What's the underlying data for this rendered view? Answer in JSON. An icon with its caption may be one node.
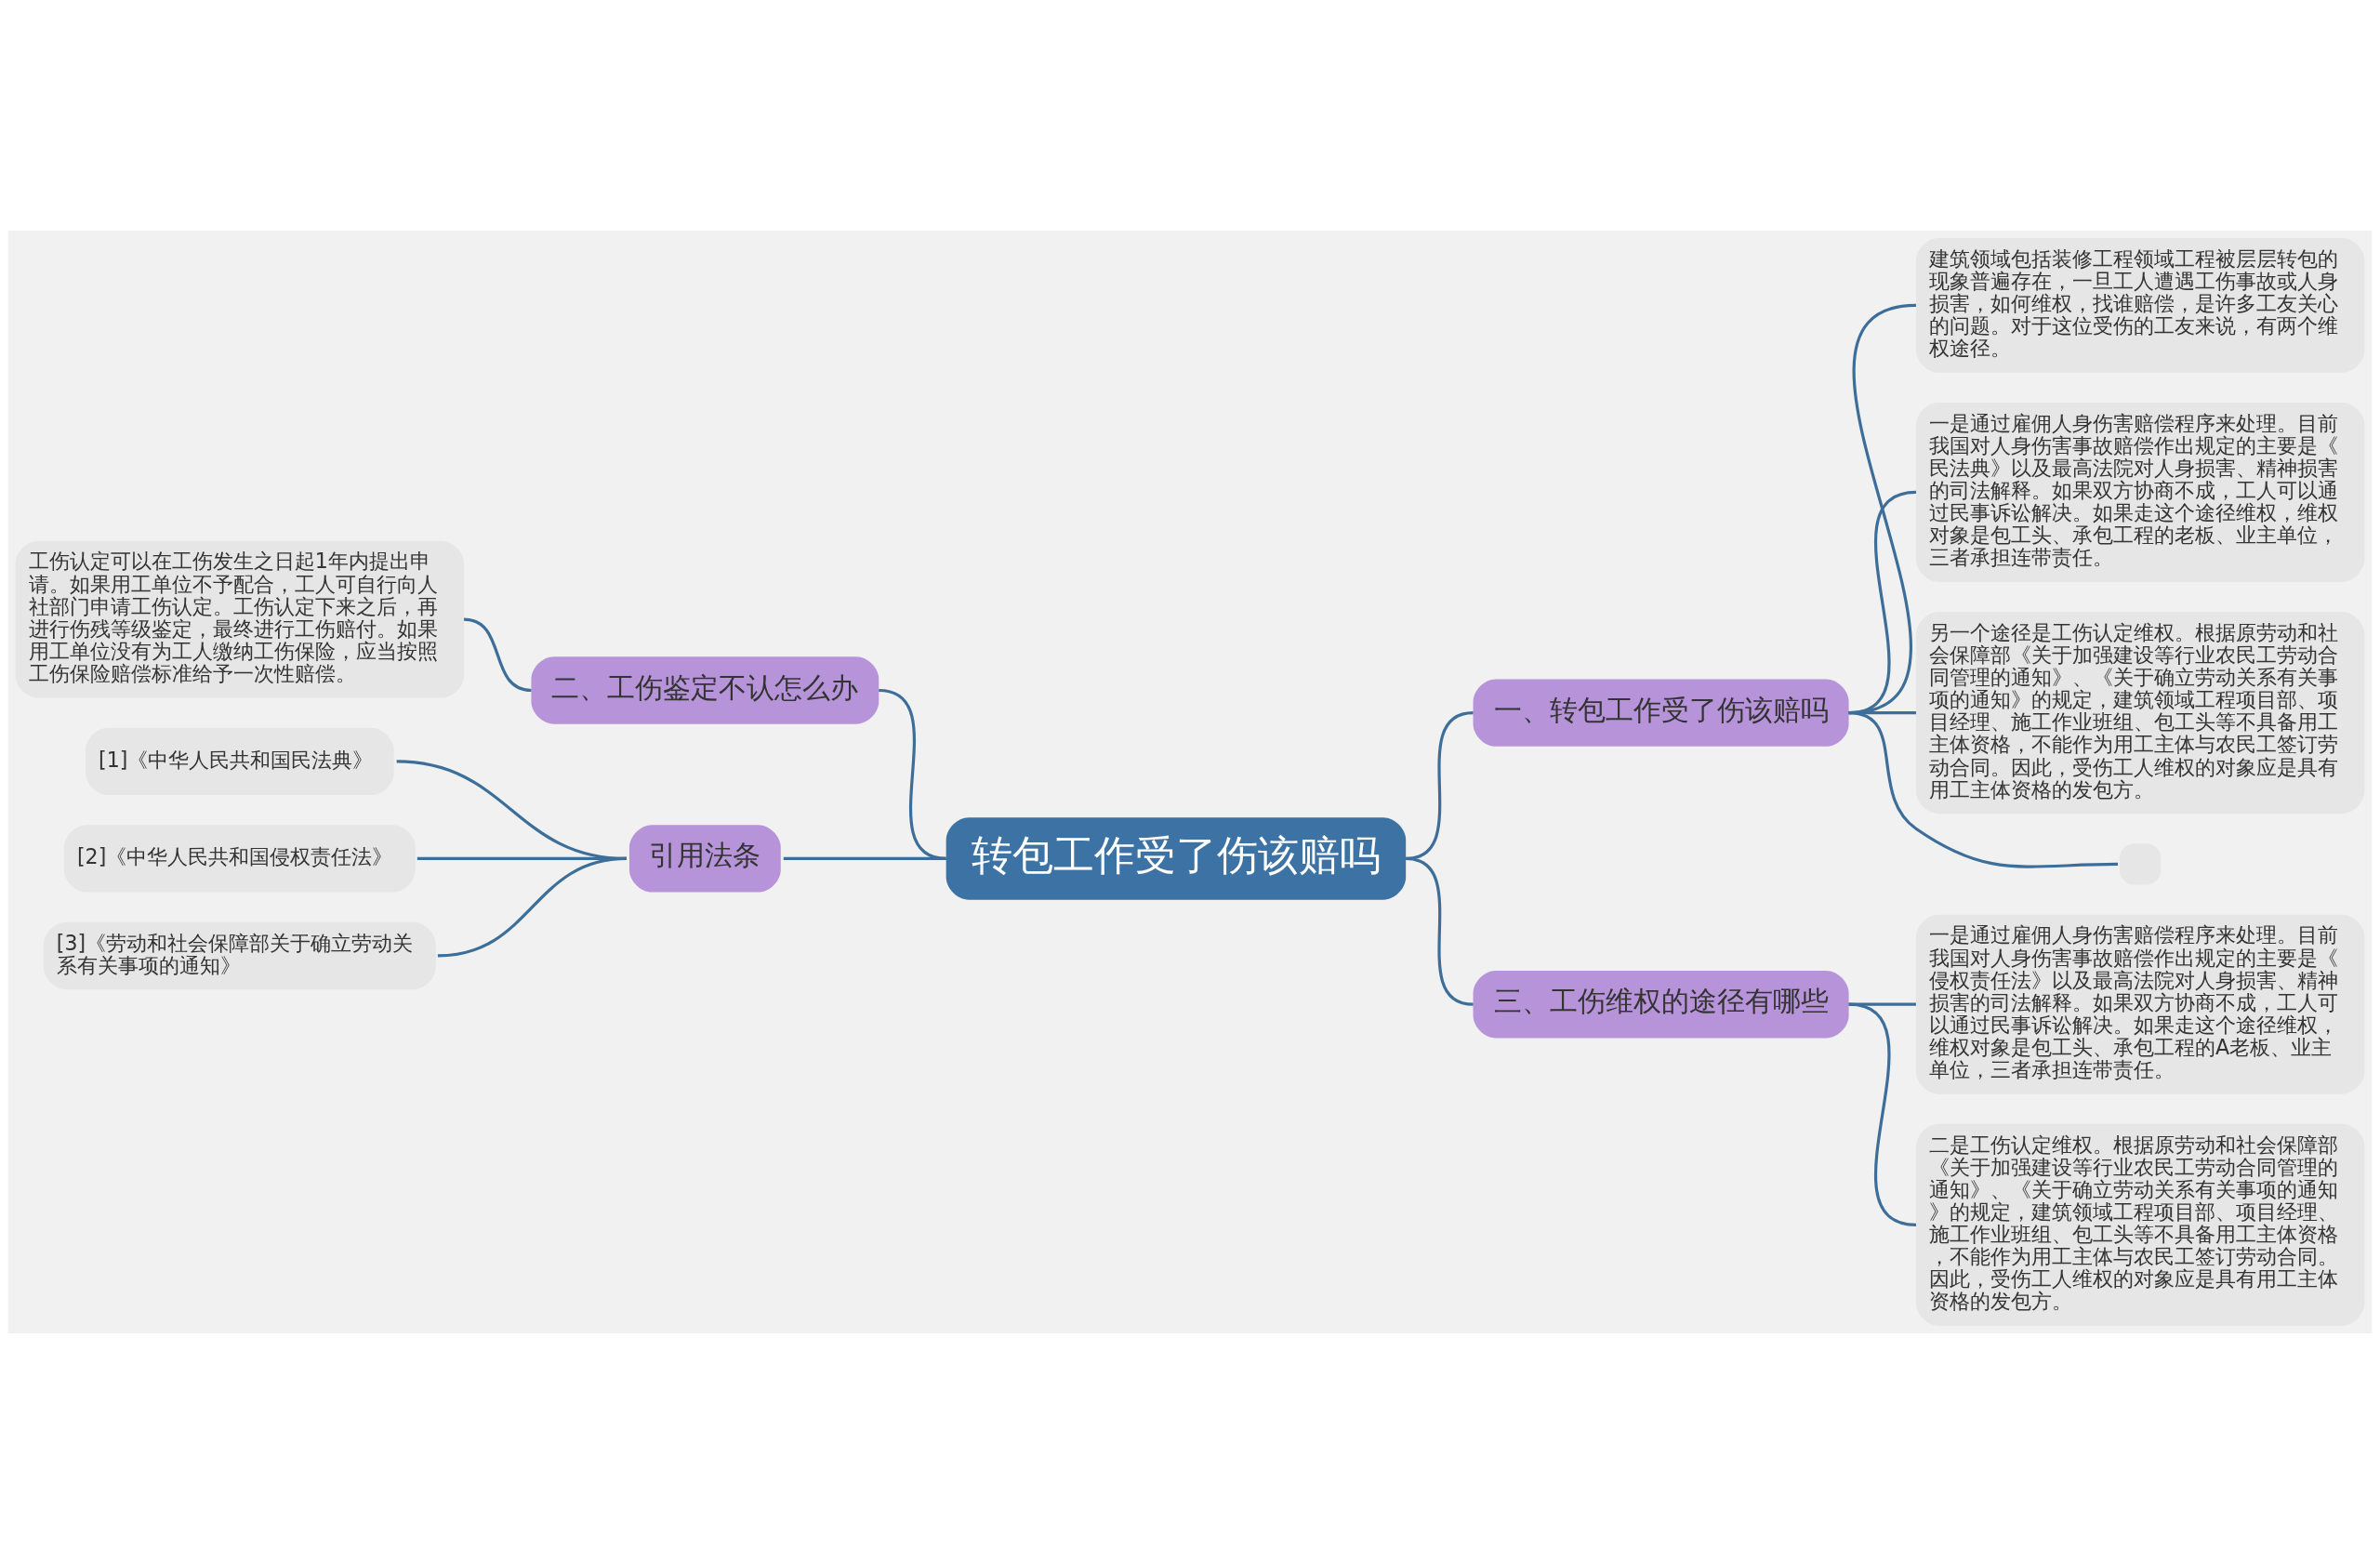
{
  "diagram": {
    "nodes": [
      {
        "text": [
          "转包工作受了伤该赔吗"
        ]
      },
      {
        "text": [
          "一、转包工作受了伤该赔吗"
        ]
      },
      {
        "text": [
          "建筑领域包括装修工程领域工程被层层转包的现象普遍存在，一旦工人遭遇工伤事故或人身损害，如何维权，找谁赔偿，是许多工友关心的问题。对于这位受伤的工友来说，有两个维权途径。"
        ]
      },
      {
        "text": [
          "一是通过雇佣人身伤害赔偿程序来处理。目前我国对人身伤害事故赔偿作出规定的主要是《民法典》以及最高法院对人身损害、精神损害的司法解释。如果双方协商不成，工人可以通过民事诉讼解决。如果走这个途径维权，维权对象是包工头、承包工程的老板、业主单位，三者承担连带责任。"
        ]
      },
      {
        "text": [
          "另一个途径是工伤认定维权。根据原劳动和社会保障部《关于加强建设等行业农民工劳动合同管理的通知》、《关于确立劳动关系有关事项的通知》的规定，建筑领域工程项目部、项目经理、施工作业班组、包工头等不具备用工主体资格，不能作为用工主体与农民工签订劳动合同。因此，受伤工人维权的对象应是具有用工主体资格的发包方。"
        ]
      },
      {
        "text": [],
        "shape": "box"
      },
      {
        "text": [
          "二、工伤鉴定不认怎么办"
        ]
      },
      {
        "text": [
          "工伤认定可以在工伤发生之日起1年内提出申请。如果用工单位不予配合，工人可自行向人社部门申请工伤认定。工伤认定下来之后，再进行伤残等级鉴定，最终进行工伤赔付。如果用工单位没有为工人缴纳工伤保险，应当按照工伤保险赔偿标准给予一次性赔偿。"
        ]
      },
      {
        "text": [
          "引用法条"
        ]
      },
      {
        "text": [
          "[1]《中华人民共和国民法典》"
        ]
      },
      {
        "text": [
          "[2]《中华人民共和国侵权责任法》"
        ]
      },
      {
        "text": [
          "[3]《劳动和社会保障部关于确立劳动关系有关事项的通知》"
        ]
      },
      {
        "text": [
          "三、工伤维权的途径有哪些"
        ]
      },
      {
        "text": [
          "一是通过雇佣人身伤害赔偿程序来处理。目前我国对人身伤害事故赔偿作出规定的主要是《侵权责任法》以及最高法院对人身损害、精神损害的司法解释。如果双方协商不成，工人可以通过民事诉讼解决。如果走这个途径维权，维权对象是包工头、承包工程的A老板、业主单位，三者承担连带责任。"
        ]
      },
      {
        "text": [
          "二是工伤认定维权。根据原劳动和社会保障部《关于加强建设等行业农民工劳动合同管理的通知》、《关于确立劳动关系有关事项的通知》的规定，建筑领域工程项目部、项目经理、施工作业班组、包工头等不具备用工主体资格，不能作为用工主体与农民工签订劳动合同。因此，受伤工人维权的对象应是具有用工主体资格的发包方。"
        ]
      }
    ],
    "edges": [
      {
        "from": 0,
        "to": 1,
        "arrow": "none"
      },
      {
        "from": 1,
        "to": 2,
        "arrow": "none"
      },
      {
        "from": 1,
        "to": 3,
        "arrow": "none"
      },
      {
        "from": 1,
        "to": 4,
        "arrow": "none"
      },
      {
        "from": 1,
        "to": 5,
        "arrow": "none"
      },
      {
        "from": 0,
        "to": 6,
        "arrow": "none"
      },
      {
        "from": 6,
        "to": 7,
        "arrow": "none"
      },
      {
        "from": 0,
        "to": 8,
        "arrow": "none"
      },
      {
        "from": 8,
        "to": 9,
        "arrow": "none"
      },
      {
        "from": 8,
        "to": 10,
        "arrow": "none"
      },
      {
        "from": 8,
        "to": 11,
        "arrow": "none"
      },
      {
        "from": 0,
        "to": 12,
        "arrow": "none"
      },
      {
        "from": 12,
        "to": 13,
        "arrow": "none"
      },
      {
        "from": 12,
        "to": 14,
        "arrow": "none"
      }
    ]
  }
}
